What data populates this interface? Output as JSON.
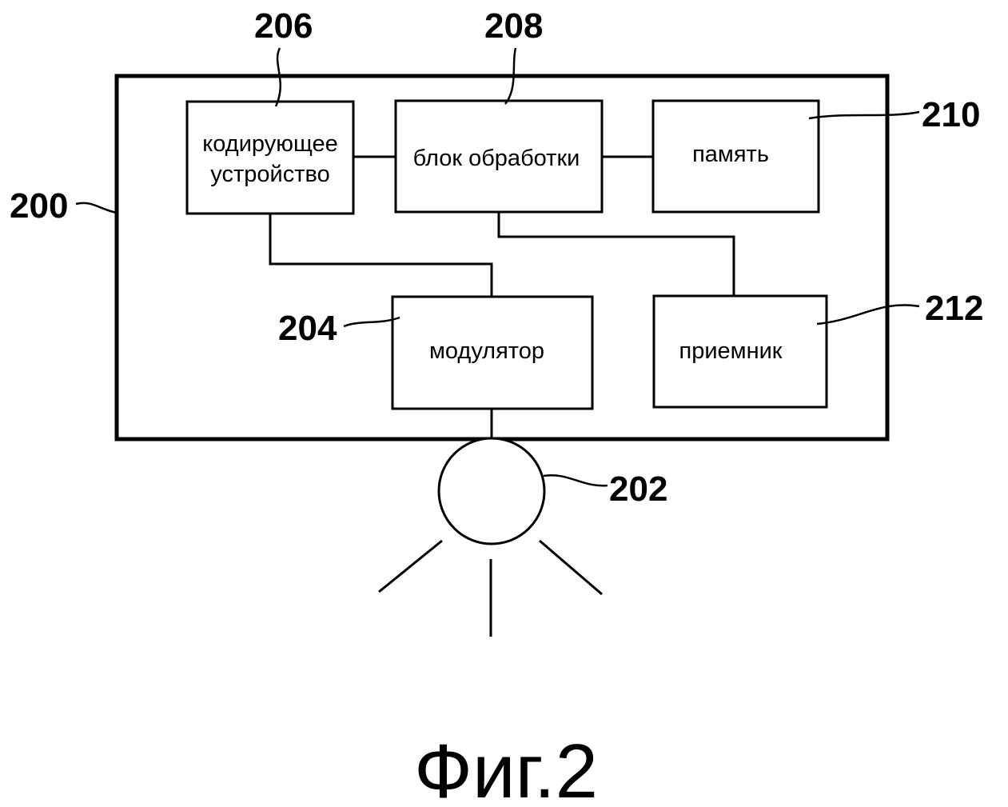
{
  "diagram": {
    "device": {
      "ref": "200"
    },
    "blocks": [
      {
        "id": "encoder",
        "ref": "206",
        "lines": [
          "кодирующее",
          "устройство"
        ]
      },
      {
        "id": "processor",
        "ref": "208",
        "lines": [
          "блок обработки"
        ]
      },
      {
        "id": "memory",
        "ref": "210",
        "lines": [
          "память"
        ]
      },
      {
        "id": "modulator",
        "ref": "204",
        "lines": [
          "модулятор"
        ]
      },
      {
        "id": "receiver",
        "ref": "212",
        "lines": [
          "приемник"
        ]
      }
    ],
    "light_source": {
      "ref": "202"
    },
    "caption": "Фиг.2"
  }
}
